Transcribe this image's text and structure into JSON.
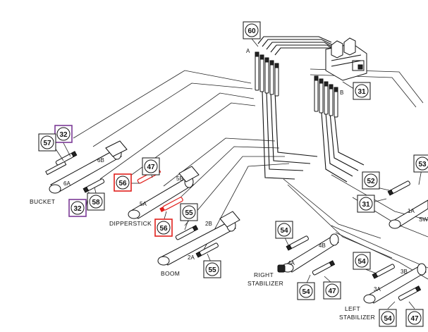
{
  "callouts": {
    "c60": "60",
    "c31a": "31",
    "c53": "53",
    "c52": "52",
    "c31b": "31",
    "c32a": "32",
    "c57": "57",
    "c58": "58",
    "c32b": "32",
    "c47a": "47",
    "c56a": "56",
    "c56b": "56",
    "c55a": "55",
    "c55b": "55",
    "c54a": "54",
    "c54b": "54",
    "c47b": "47",
    "c54c": "54",
    "c54d": "54",
    "c47c": "47"
  },
  "port_labels": {
    "a": "A",
    "b": "B",
    "6a": "6A",
    "6b": "6B",
    "5a": "5A",
    "5b": "5B",
    "2a": "2A",
    "2b": "2B",
    "4a": "4A",
    "4b": "4B",
    "3a": "3A",
    "3b": "3B",
    "1a": "1A",
    "sw": "SW"
  },
  "section_labels": {
    "bucket": "BUCKET",
    "dipperstick": "DIPPERSTICK",
    "boom": "BOOM",
    "right_stabilizer_1": "RIGHT",
    "right_stabilizer_2": "STABILIZER",
    "left_stabilizer_1": "LEFT",
    "left_stabilizer_2": "STABILIZER"
  },
  "colors": {
    "highlight_red": "#e0201c",
    "highlight_purple": "#7b3a96",
    "line": "#111111"
  }
}
